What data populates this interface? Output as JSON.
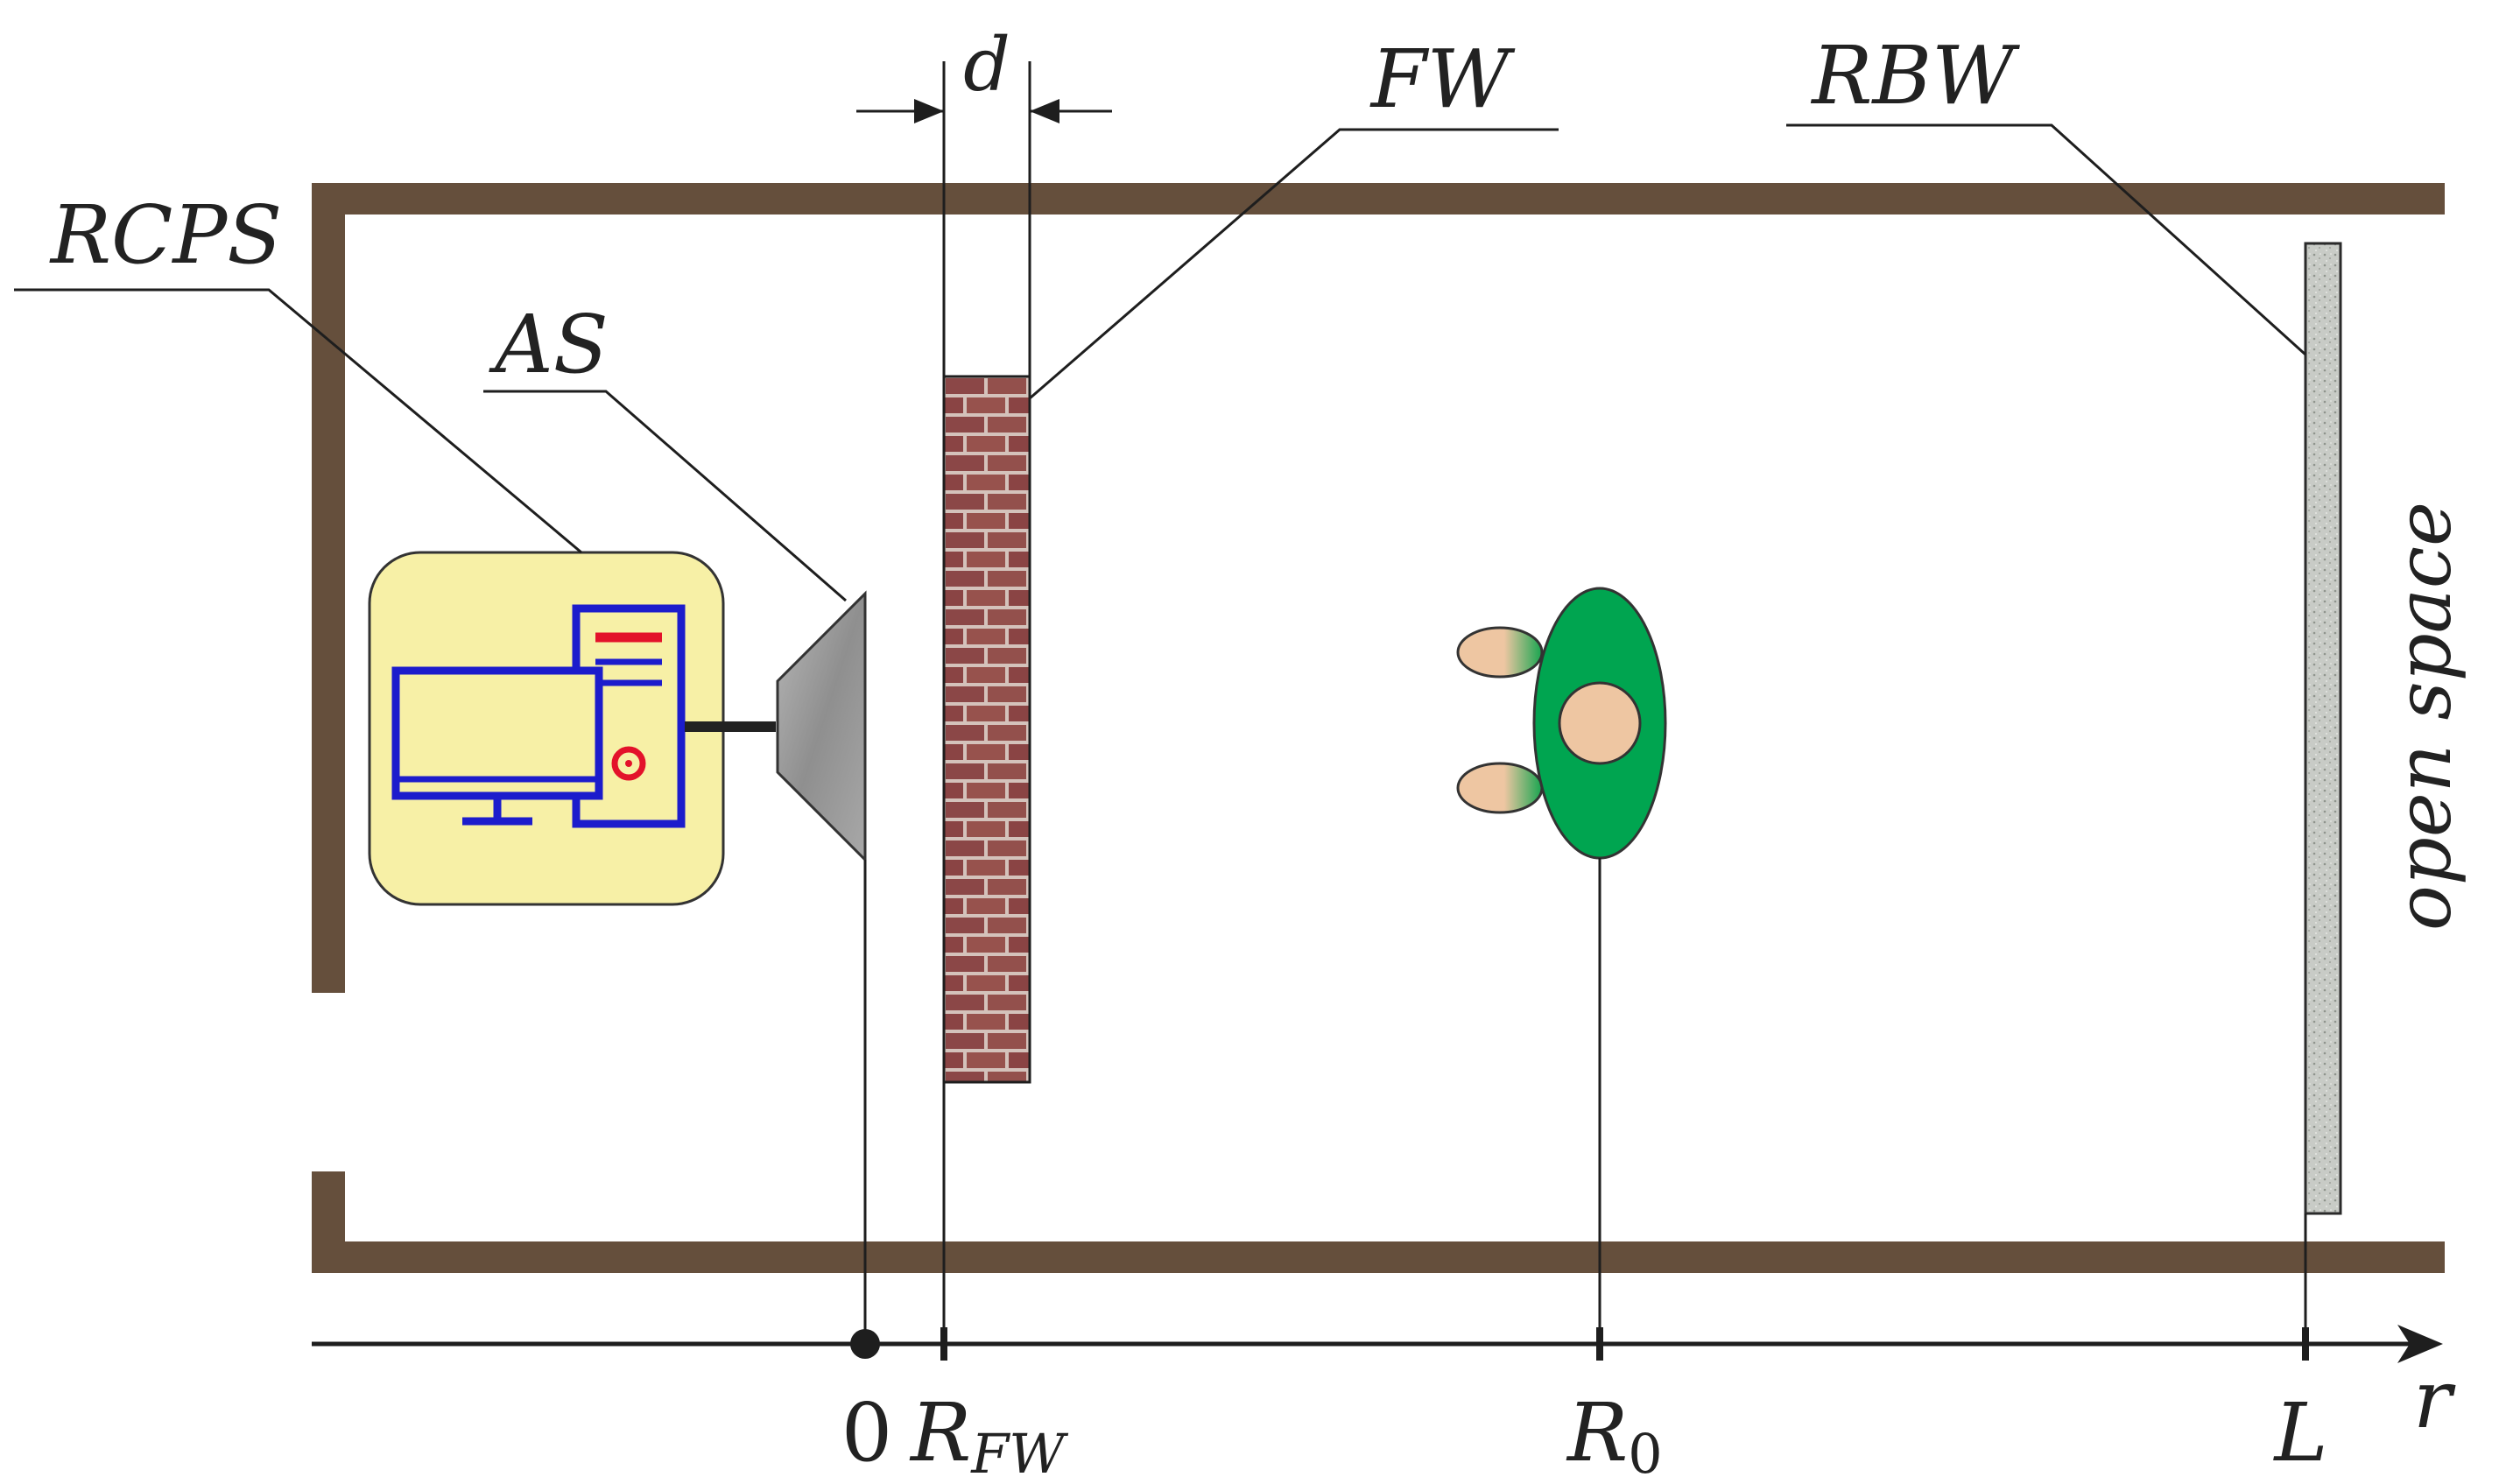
{
  "labels": {
    "d": "d",
    "fw": "FW",
    "rbw": "RBW",
    "rcps": "RCPS",
    "as": "AS",
    "open_space": "open space"
  },
  "axis": {
    "origin": "0",
    "r_fw_main": "R",
    "r_fw_sub": "FW",
    "r0_main": "R",
    "r0_sub": "0",
    "l": "L",
    "r": "r"
  },
  "colors": {
    "room_wall": "#654f3c",
    "brick": "#8b4a4a",
    "brick_mortar": "#d9c9c2",
    "rbw_fill": "#c9ccc8",
    "computer_panel": "#f7f0a6",
    "computer_stroke": "#1c1ccc",
    "computer_accent": "#e3122a",
    "speaker": "#9a9a9a",
    "person_body": "#00a550",
    "person_head": "#eec6a2",
    "line": "#1e1e1e"
  },
  "icons": [
    "computer-icon",
    "speaker-icon",
    "person-icon"
  ]
}
